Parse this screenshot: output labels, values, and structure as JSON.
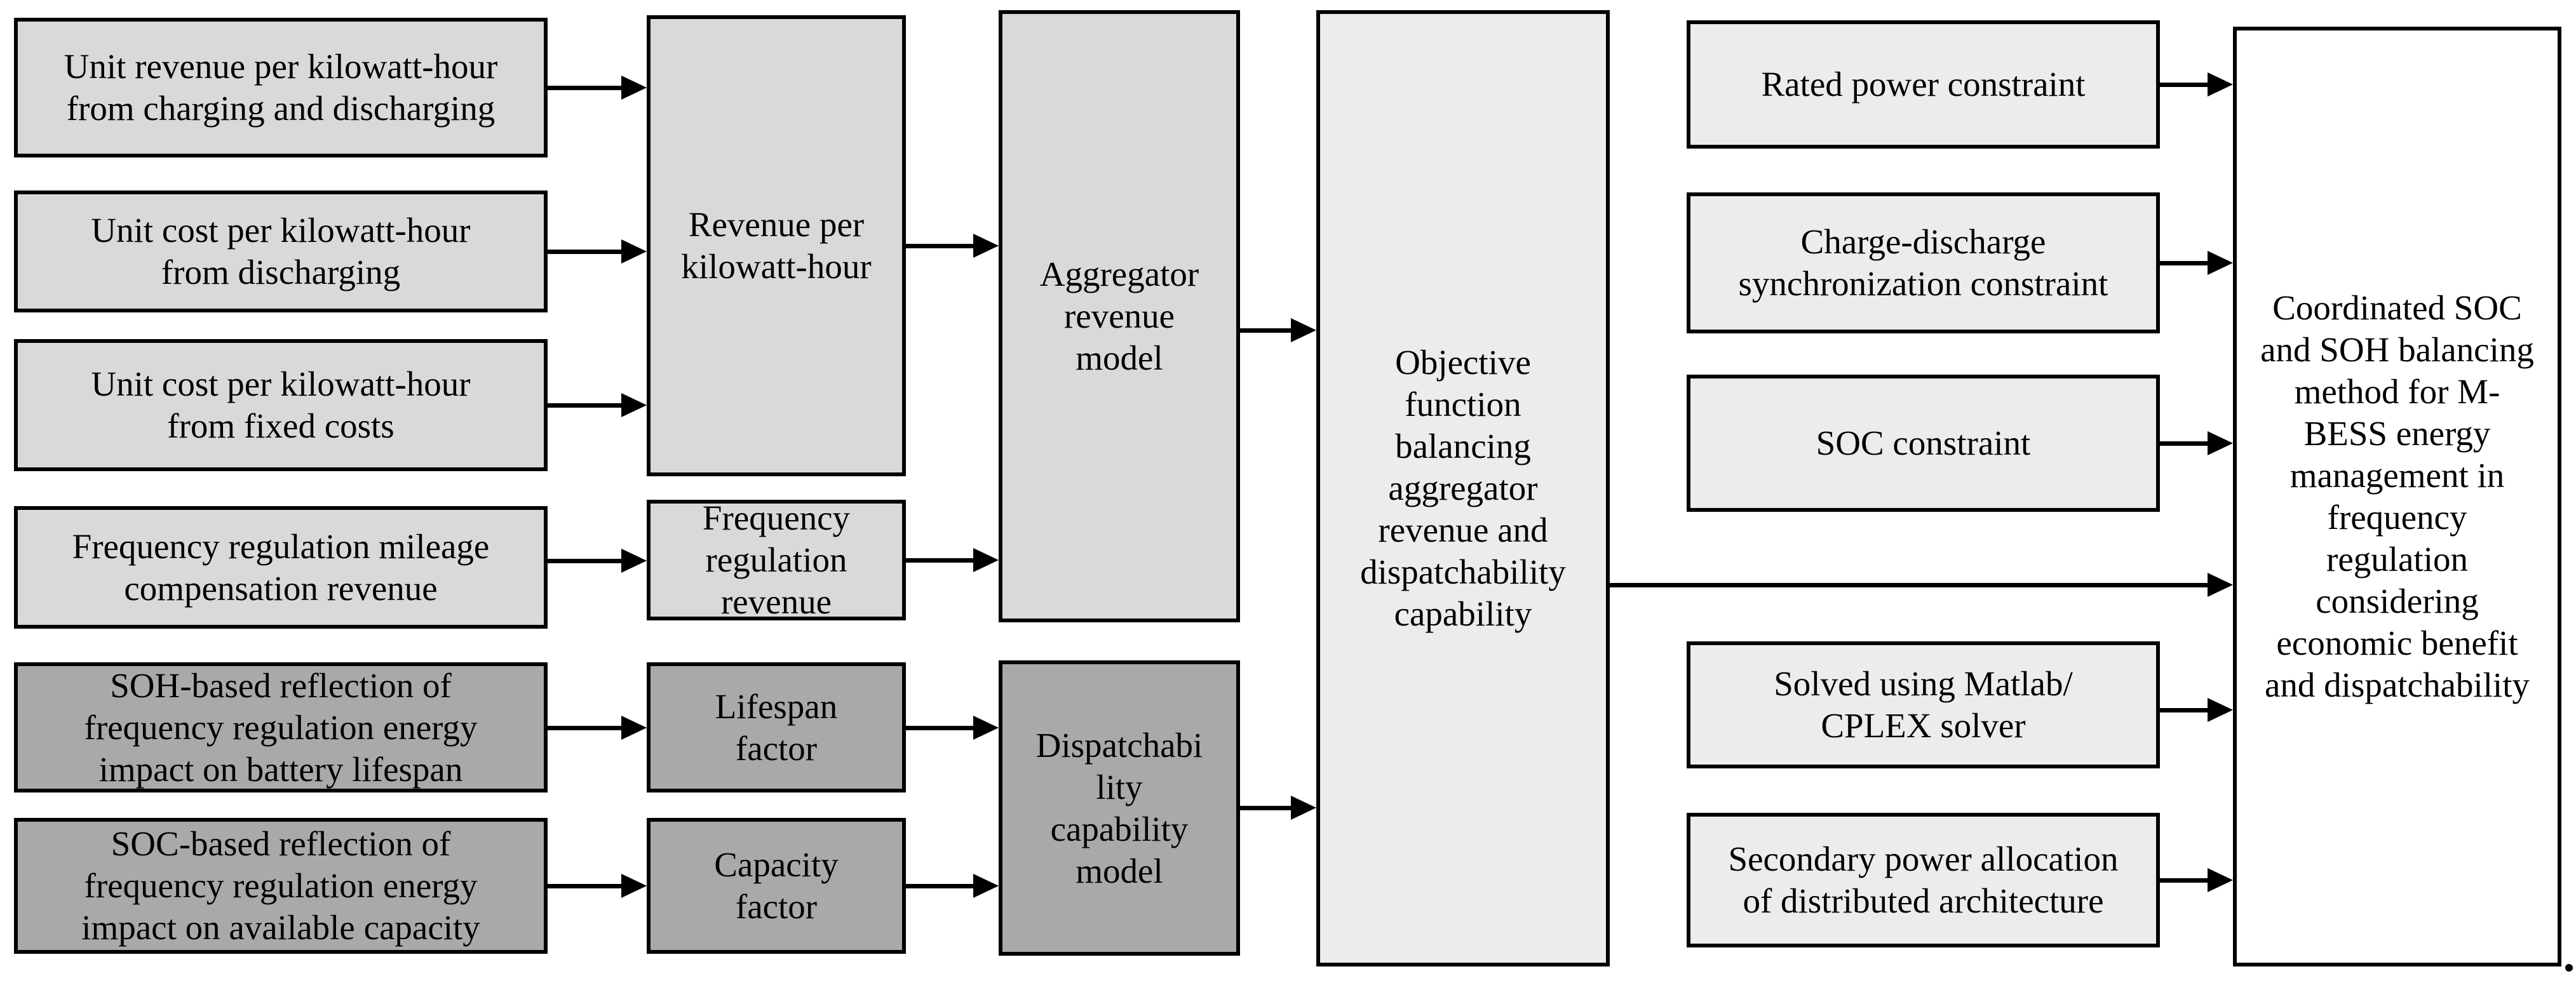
{
  "colors": {
    "box_light": "#d9d9d9",
    "box_dark": "#a9a9a9",
    "box_pale": "#ececec",
    "box_white": "#ffffff",
    "border": "#000000",
    "background": "#ffffff"
  },
  "flowchart": {
    "inputs": {
      "unit_revenue": "Unit revenue per kilowatt-hour\nfrom charging and discharging",
      "unit_cost_discharging": "Unit cost per kilowatt-hour\nfrom discharging",
      "unit_cost_fixed": "Unit cost per kilowatt-hour\nfrom fixed costs",
      "freq_mileage": "Frequency regulation mileage\ncompensation revenue",
      "soh_reflection": "SOH-based reflection of\nfrequency regulation energy\nimpact on battery lifespan",
      "soc_reflection": "SOC-based reflection of\nfrequency regulation energy\nimpact on available capacity"
    },
    "intermediate": {
      "revenue_per_kwh": "Revenue per\nkilowatt-hour",
      "freq_regulation_revenue": "Frequency\nregulation\nrevenue",
      "lifespan_factor": "Lifespan\nfactor",
      "capacity_factor": "Capacity\nfactor"
    },
    "models": {
      "aggregator_revenue_model": "Aggregator\nrevenue\nmodel",
      "dispatchability_capability_model": "Dispatchabi\nlity\ncapability\nmodel"
    },
    "objective": "Objective\nfunction\nbalancing\naggregator\nrevenue and\ndispatchability\ncapability",
    "constraints": {
      "rated_power": "Rated power constraint",
      "charge_discharge_sync": "Charge-discharge\nsynchronization constraint",
      "soc": "SOC constraint",
      "solver": "Solved using Matlab/\nCPLEX solver",
      "secondary_allocation": "Secondary power allocation\nof distributed architecture"
    },
    "output": "Coordinated SOC\nand SOH balancing\nmethod for M-\nBESS energy\nmanagement in\nfrequency\nregulation\nconsidering\neconomic benefit\nand dispatchability",
    "caption_dot": "."
  }
}
